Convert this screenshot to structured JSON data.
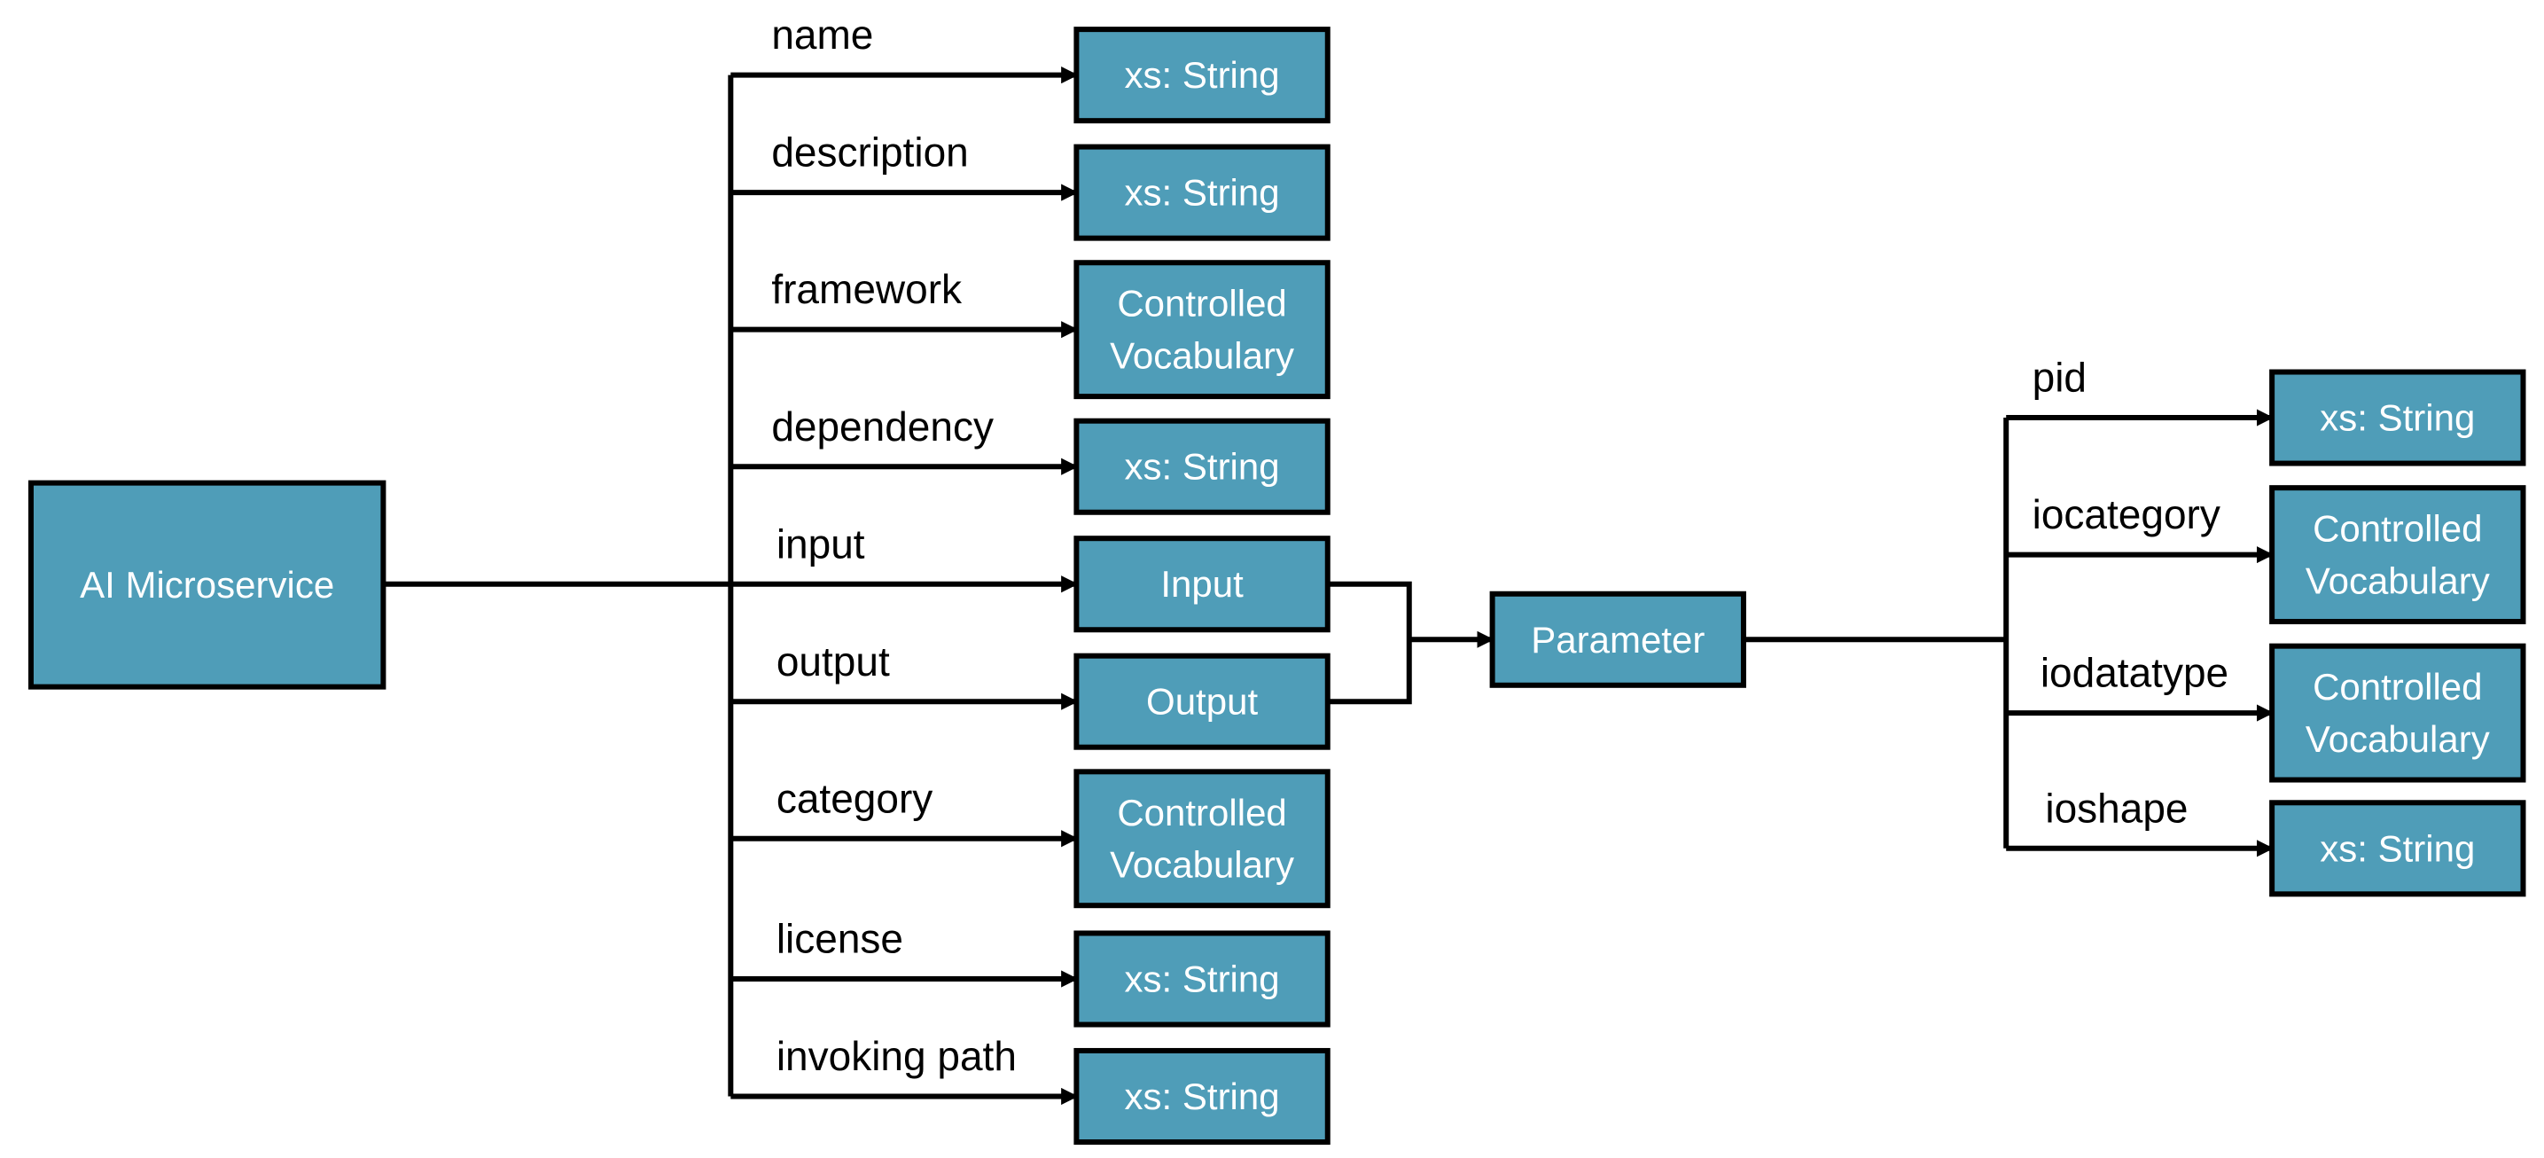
{
  "colors": {
    "node_fill": "#4f9db8",
    "stroke": "#000000",
    "node_text": "#ffffff"
  },
  "root": {
    "id": "ai-microservice",
    "label": "AI Microservice"
  },
  "root_properties": [
    {
      "id": "name",
      "label": "name",
      "type": [
        "xs: String"
      ]
    },
    {
      "id": "description",
      "label": "description",
      "type": [
        "xs: String"
      ]
    },
    {
      "id": "framework",
      "label": "framework",
      "type": [
        "Controlled",
        "Vocabulary"
      ]
    },
    {
      "id": "dependency",
      "label": "dependency",
      "type": [
        "xs: String"
      ]
    },
    {
      "id": "input",
      "label": "input",
      "type": [
        "Input"
      ]
    },
    {
      "id": "output",
      "label": "output",
      "type": [
        "Output"
      ]
    },
    {
      "id": "category",
      "label": "category",
      "type": [
        "Controlled",
        "Vocabulary"
      ]
    },
    {
      "id": "license",
      "label": "license",
      "type": [
        "xs: String"
      ]
    },
    {
      "id": "invoking-path",
      "label": "invoking path",
      "type": [
        "xs: String"
      ]
    }
  ],
  "parameter": {
    "id": "parameter",
    "label": "Parameter",
    "sources": [
      "input",
      "output"
    ]
  },
  "parameter_properties": [
    {
      "id": "pid",
      "label": "pid",
      "type": [
        "xs: String"
      ]
    },
    {
      "id": "iocategory",
      "label": "iocategory",
      "type": [
        "Controlled",
        "Vocabulary"
      ]
    },
    {
      "id": "iodatatype",
      "label": "iodatatype",
      "type": [
        "Controlled",
        "Vocabulary"
      ]
    },
    {
      "id": "ioshape",
      "label": "ioshape",
      "type": [
        "xs: String"
      ]
    }
  ]
}
